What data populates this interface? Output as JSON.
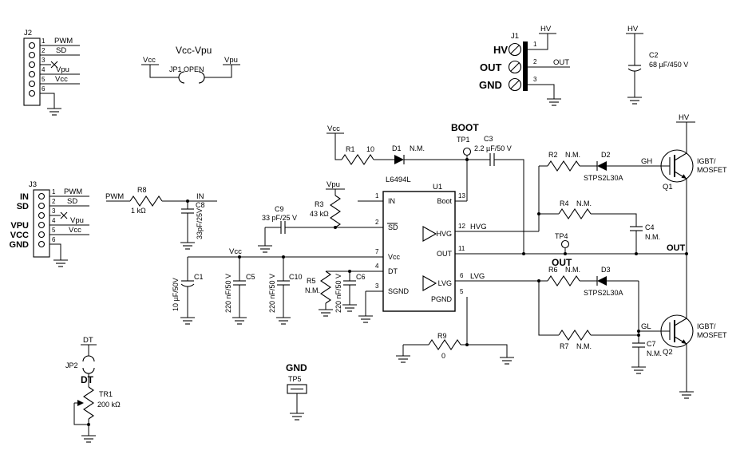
{
  "colors": {
    "ink": "#000000",
    "background": "#ffffff"
  },
  "nets": {
    "hv": "HV",
    "out": "OUT",
    "gnd": "GND",
    "vcc": "Vcc",
    "vpu": "Vpu",
    "pwm": "PWM",
    "sd": "SD",
    "in": "IN",
    "dt": "DT",
    "boot": "BOOT",
    "gh": "GH",
    "gl": "GL",
    "hvg": "HVG",
    "lvg": "LVG"
  },
  "connectors": {
    "j1": {
      "ref": "J1",
      "labels": [
        "HV",
        "OUT",
        "GND"
      ],
      "pins": [
        "1",
        "2",
        "3"
      ]
    },
    "j2": {
      "ref": "J2",
      "pins": [
        "1",
        "2",
        "3",
        "4",
        "5",
        "6"
      ]
    },
    "j3": {
      "ref": "J3",
      "labels": [
        "IN",
        "SD",
        "VPU",
        "VCC",
        "GND"
      ],
      "pins": [
        "1",
        "2",
        "3",
        "4",
        "5",
        "6"
      ]
    }
  },
  "jumpers": {
    "jp1": {
      "ref": "JP1 OPEN",
      "title": "Vcc-Vpu"
    },
    "jp2": {
      "ref": "JP2"
    }
  },
  "ic": {
    "ref": "U1",
    "part": "L6494L",
    "pins_left": [
      {
        "name": "IN",
        "num": "1"
      },
      {
        "name": "SD",
        "num": "2"
      },
      {
        "name": "Vcc",
        "num": "7"
      },
      {
        "name": "DT",
        "num": "4"
      },
      {
        "name": "SGND",
        "num": "3"
      }
    ],
    "pins_right": [
      {
        "name": "Boot",
        "num": "13"
      },
      {
        "name": "HVG",
        "num": "12"
      },
      {
        "name": "OUT",
        "num": "11"
      },
      {
        "name": "LVG",
        "num": "6"
      },
      {
        "name": "PGND",
        "num": "5"
      }
    ]
  },
  "resistors": {
    "r1": {
      "ref": "R1",
      "value": "10"
    },
    "r2": {
      "ref": "R2",
      "value": "N.M."
    },
    "r3": {
      "ref": "R3",
      "value": "43 kΩ"
    },
    "r4": {
      "ref": "R4",
      "value": "N.M."
    },
    "r5": {
      "ref": "R5",
      "value": "N.M."
    },
    "r6": {
      "ref": "R6",
      "value": "N.M."
    },
    "r7": {
      "ref": "R7",
      "value": "N.M."
    },
    "r8": {
      "ref": "R8",
      "value": "1 kΩ"
    },
    "r9": {
      "ref": "R9",
      "value": "0"
    }
  },
  "capacitors": {
    "c1": {
      "ref": "C1",
      "value": "10 µF/50V"
    },
    "c2": {
      "ref": "C2",
      "value": "68 µF/450 V"
    },
    "c3": {
      "ref": "C3",
      "value": "2.2 µF/50 V"
    },
    "c4": {
      "ref": "C4",
      "value": "N.M."
    },
    "c5": {
      "ref": "C5",
      "value": "220 nF/50 V"
    },
    "c6": {
      "ref": "C6",
      "value": "220 nF/50 V"
    },
    "c7": {
      "ref": "C7",
      "value": "N.M."
    },
    "c8": {
      "ref": "C8",
      "value": "33pF/25V"
    },
    "c9": {
      "ref": "C9",
      "value": "33 pF/25 V"
    },
    "c10": {
      "ref": "C10",
      "value": "220 nF/50 V"
    }
  },
  "diodes": {
    "d1": {
      "ref": "D1",
      "value": "N.M."
    },
    "d2": {
      "ref": "D2",
      "value": "STPS2L30A"
    },
    "d3": {
      "ref": "D3",
      "value": "STPS2L30A"
    }
  },
  "transistors": {
    "q1": {
      "ref": "Q1",
      "type1": "IGBT/",
      "type2": "MOSFET"
    },
    "q2": {
      "ref": "Q2",
      "type1": "IGBT/",
      "type2": "MOSFET"
    }
  },
  "potentiometer": {
    "tr1": {
      "ref": "TR1",
      "value": "200 kΩ"
    }
  },
  "testpoints": {
    "tp1": {
      "ref": "TP1"
    },
    "tp4": {
      "ref": "TP4"
    },
    "tp5": {
      "ref": "TP5"
    }
  }
}
